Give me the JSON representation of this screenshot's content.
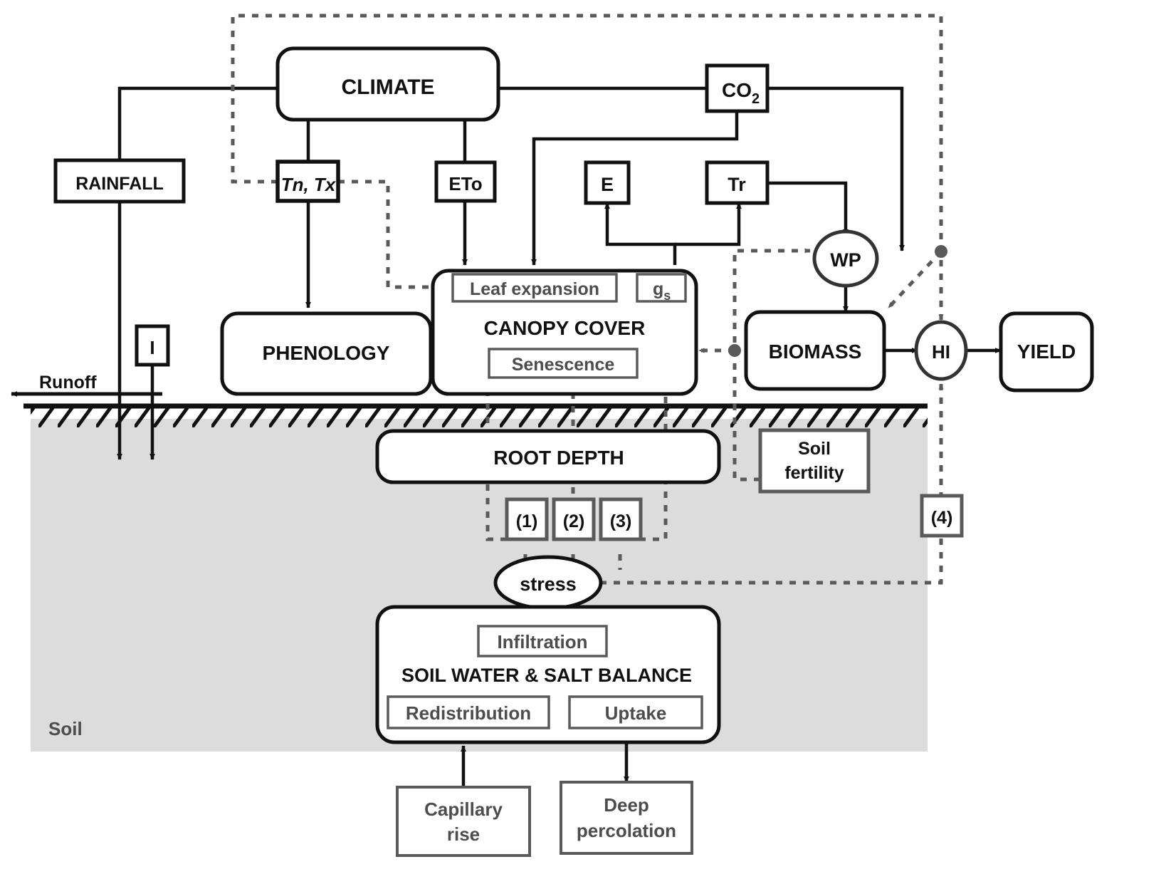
{
  "diagram": {
    "title": "AquaCrop model flow chart",
    "colors": {
      "ink": "#111111",
      "gray_stroke": "#5a5a5a",
      "gray_text": "#4d4d4d",
      "soil_fill": "#dcdcdc",
      "white": "#ffffff"
    },
    "nodes": {
      "climate": "CLIMATE",
      "co2": "CO",
      "co2_sub": "2",
      "rainfall": "RAINFALL",
      "tntx": "Tn, Tx",
      "eto": "ETo",
      "e": "E",
      "tr": "Tr",
      "irrigation": "I",
      "runoff": "Runoff",
      "phenology": "PHENOLOGY",
      "canopy_cover": "CANOPY COVER",
      "leaf_expansion": "Leaf expansion",
      "gs": "g",
      "gs_sub": "s",
      "senescence": "Senescence",
      "wp": "WP",
      "biomass": "BIOMASS",
      "hi": "HI",
      "yield": "YIELD",
      "soil_fertility_line1": "Soil",
      "soil_fertility_line2": "fertility",
      "root_depth": "ROOT DEPTH",
      "stress1": "(1)",
      "stress2": "(2)",
      "stress3": "(3)",
      "stress4": "(4)",
      "stress": "stress",
      "soil_water_balance": "SOIL WATER & SALT BALANCE",
      "infiltration": "Infiltration",
      "redistribution": "Redistribution",
      "uptake": "Uptake",
      "capillary_line1": "Capillary",
      "capillary_line2": "rise",
      "deep_line1": "Deep",
      "deep_line2": "percolation",
      "soil_label": "Soil"
    }
  }
}
